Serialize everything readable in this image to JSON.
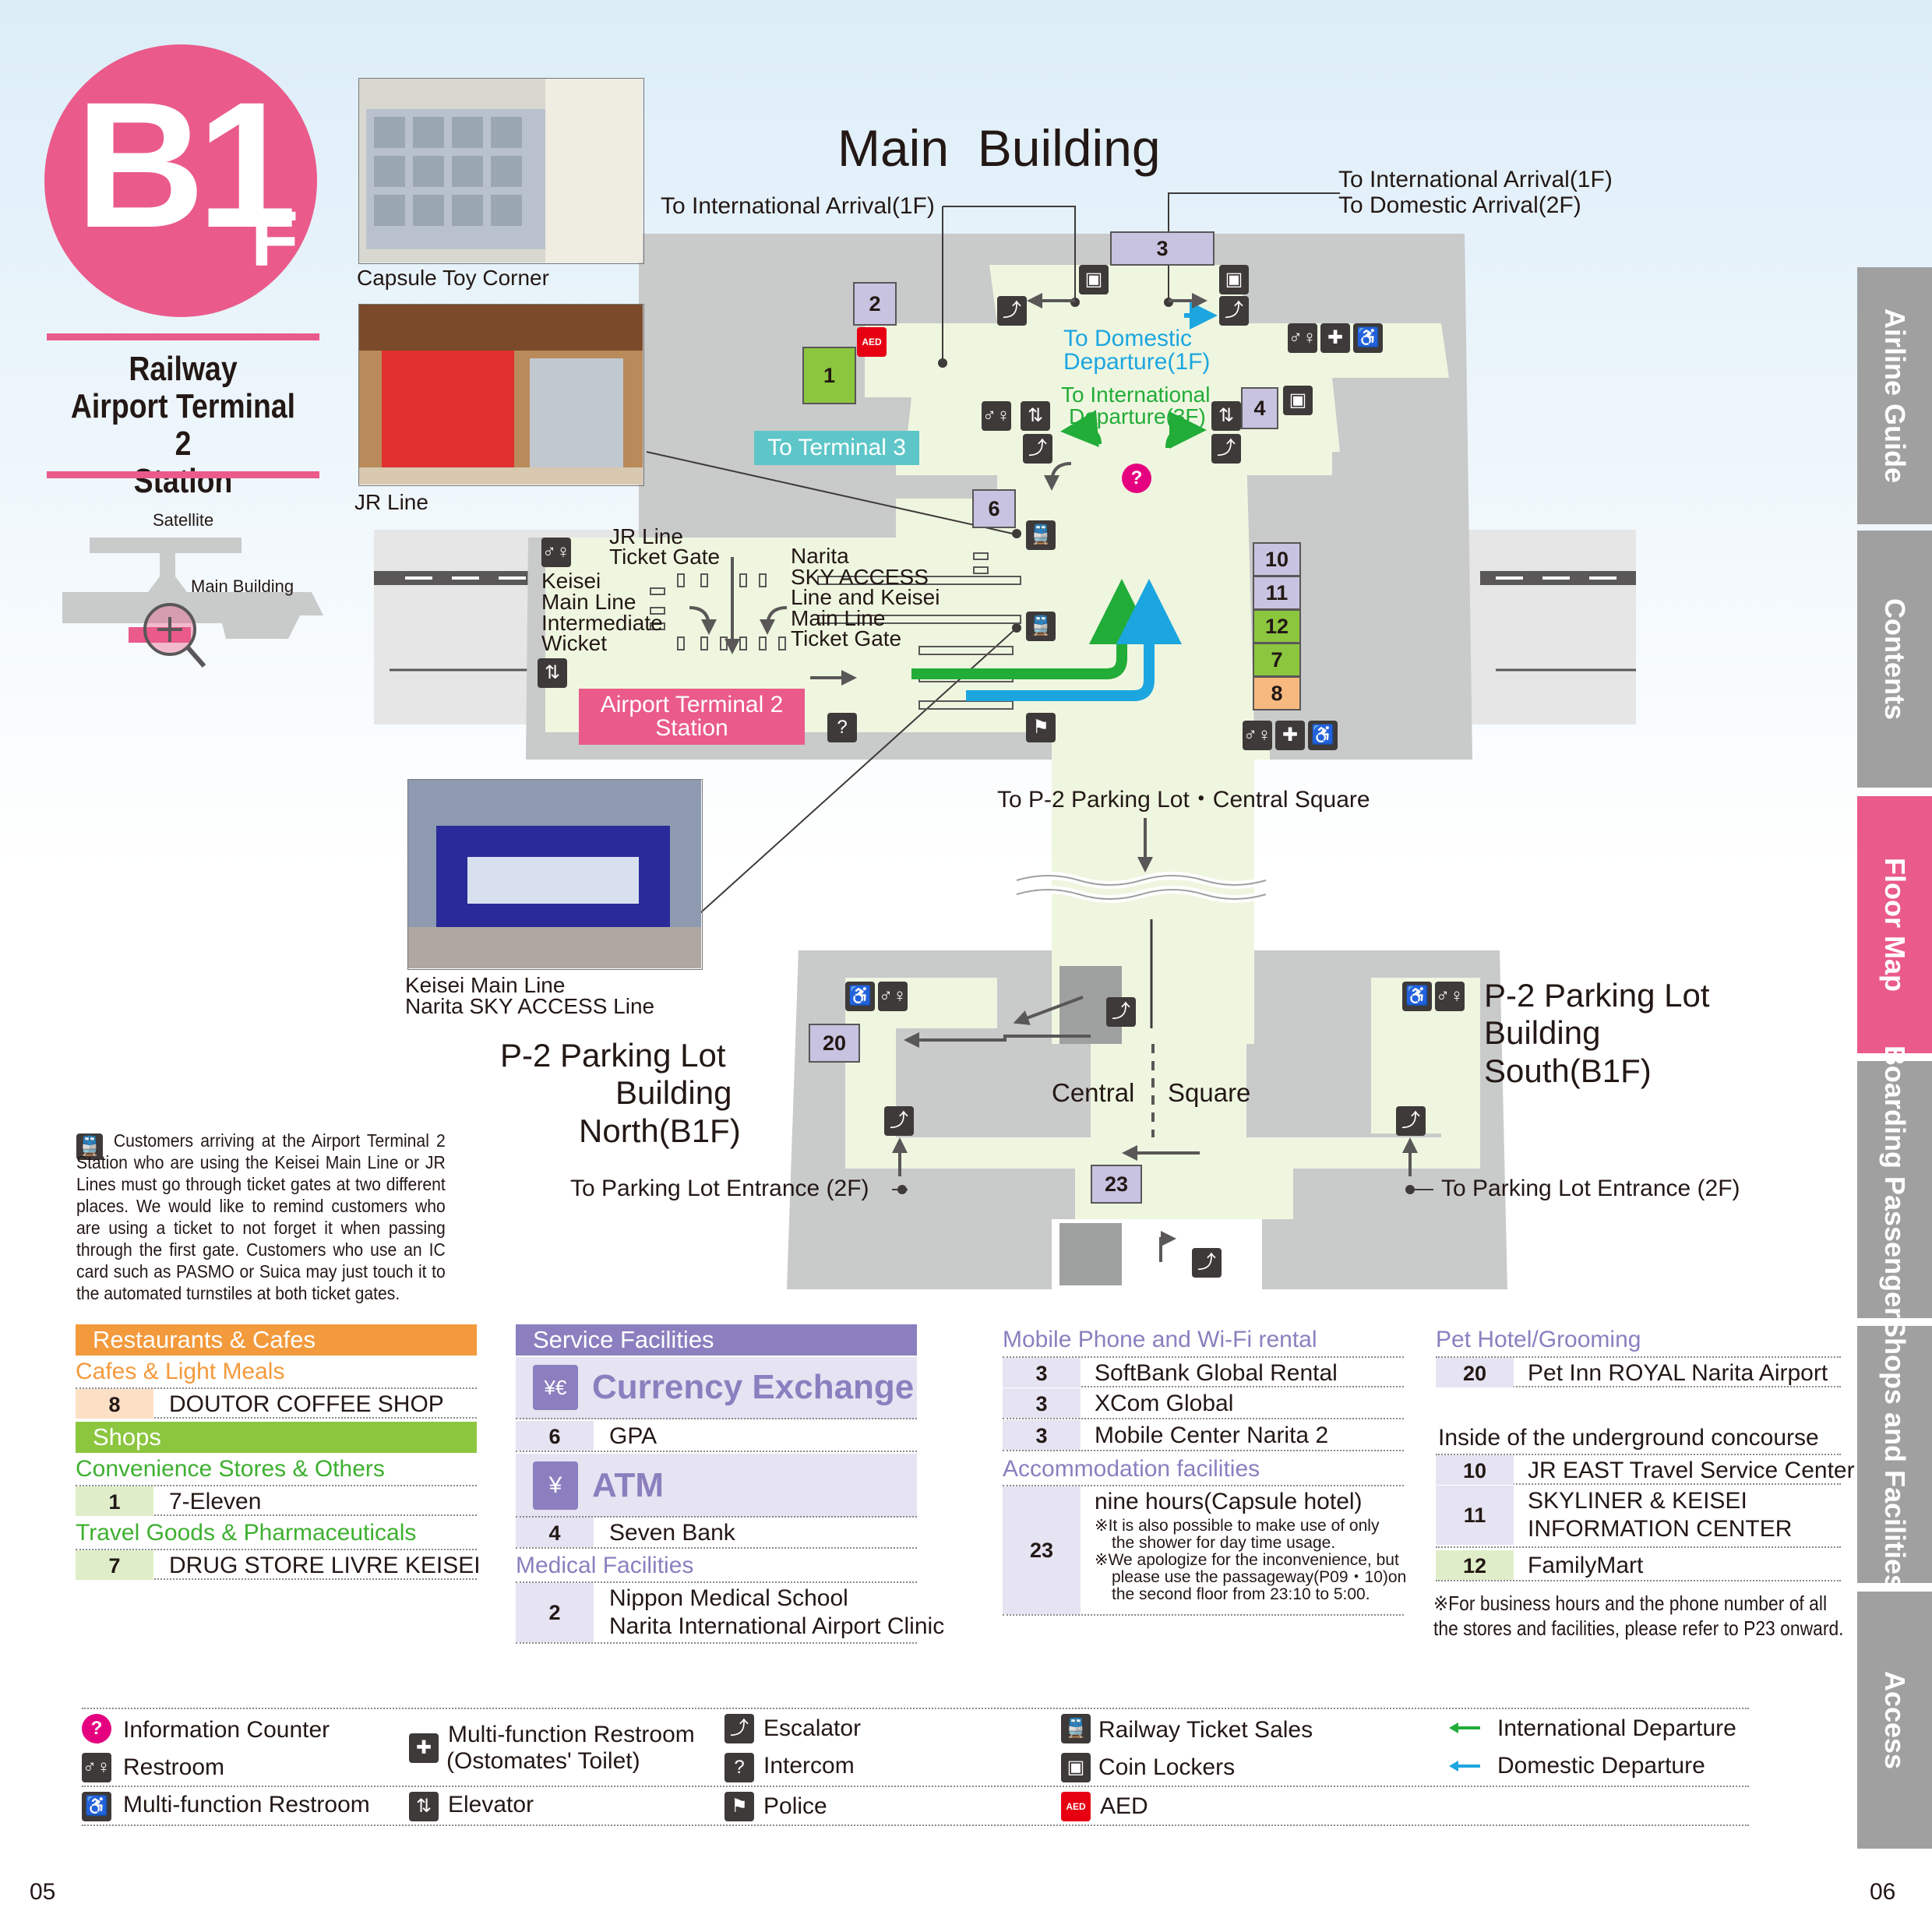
{
  "floor": {
    "badge_main": "B1",
    "badge_sub": "F"
  },
  "station_title": [
    "Railway",
    "Airport Terminal 2",
    "Station"
  ],
  "locator": {
    "satellite": "Satellite",
    "main_building": "Main Building"
  },
  "photos": {
    "capsule": "Capsule Toy Corner",
    "jr": "JR Line",
    "keisei": [
      "Keisei Main Line",
      "Narita SKY ACCESS Line"
    ]
  },
  "map": {
    "title": "Main  Building",
    "intl_arrival_left": "To International Arrival(1F)",
    "intl_arrival_right": "To International Arrival(1F)",
    "dom_arrival_right": "To Domestic Arrival(2F)",
    "to_domestic_departure": [
      "To Domestic",
      "Departure(1F)"
    ],
    "to_international_departure": [
      "To International",
      "Departure(3F)"
    ],
    "to_terminal3": "To Terminal 3",
    "jr_gate": [
      "JR Line",
      "Ticket Gate"
    ],
    "keisei_wicket": [
      "Keisei",
      "Main Line",
      "Intermediate",
      "Wicket"
    ],
    "narita_gate": [
      "Narita",
      "SKY ACCESS",
      "Line and Keisei",
      "Main Line",
      "Ticket Gate"
    ],
    "station_label": [
      "Airport Terminal 2",
      "Station"
    ],
    "to_p2": "To P-2 Parking Lot・Central Square",
    "p2_north": [
      "P-2 Parking Lot",
      "Building",
      "North(B1F)"
    ],
    "p2_south": [
      "P-2 Parking Lot",
      "Building",
      "South(B1F)"
    ],
    "central": "Central",
    "square": "Square",
    "to_parking_left": "To Parking Lot Entrance (2F)",
    "to_parking_right": "To Parking Lot Entrance (2F)",
    "numbers": [
      "1",
      "2",
      "3",
      "4",
      "6",
      "10",
      "11",
      "12",
      "7",
      "8",
      "20",
      "23"
    ]
  },
  "note": "Customers arriving at the Airport Terminal 2 Station who are using the Keisei Main Line or JR Lines must go through ticket gates at two different places. We would like to remind customers who are using a ticket to not forget it when passing through the first gate. Customers who use an IC card such as PASMO or Suica may just touch it to the automated turnstiles at both ticket gates.",
  "restaurants": {
    "header": "Restaurants & Cafes",
    "cafes": "Cafes & Light Meals",
    "cafe_items": [
      {
        "n": "8",
        "t": "DOUTOR COFFEE SHOP"
      }
    ],
    "shops_header": "Shops",
    "convenience": "Convenience Stores & Others",
    "convenience_items": [
      {
        "n": "1",
        "t": "7-Eleven"
      }
    ],
    "travel": "Travel Goods & Pharmaceuticals",
    "travel_items": [
      {
        "n": "7",
        "t": "DRUG STORE LIVRE KEISEI"
      }
    ]
  },
  "service": {
    "header": "Service Facilities",
    "currency": "Currency Exchange",
    "currency_items": [
      {
        "n": "6",
        "t": "GPA"
      }
    ],
    "atm": "ATM",
    "atm_items": [
      {
        "n": "4",
        "t": "Seven Bank"
      }
    ],
    "medical": "Medical Facilities",
    "medical_items": [
      {
        "n": "2",
        "t1": "Nippon Medical School",
        "t2": "Narita International Airport Clinic"
      }
    ]
  },
  "mobile": {
    "header": "Mobile Phone and Wi-Fi rental",
    "items": [
      {
        "n": "3",
        "t": "SoftBank Global Rental"
      },
      {
        "n": "3",
        "t": "XCom Global"
      },
      {
        "n": "3",
        "t": "Mobile Center Narita 2"
      }
    ],
    "accommodation": "Accommodation facilities",
    "acc_item": {
      "n": "23",
      "t": "nine hours(Capsule hotel)",
      "notes": [
        "※It is also possible to make use of only",
        "the shower for day time usage.",
        "※We apologize for the inconvenience, but",
        "please use the passageway(P09・10)on",
        "the second floor from 23:10 to 5:00."
      ]
    }
  },
  "pet": {
    "header": "Pet Hotel/Grooming",
    "items": [
      {
        "n": "20",
        "t": "Pet Inn ROYAL Narita Airport"
      }
    ],
    "underground": "Inside of the underground concourse",
    "under_items": [
      {
        "n": "10",
        "t": "JR EAST Travel Service Center"
      },
      {
        "n": "11",
        "t1": "SKYLINER & KEISEI",
        "t2": "INFORMATION CENTER"
      },
      {
        "n": "12",
        "t": "FamilyMart"
      }
    ],
    "footnote": [
      "※For business hours and the phone number of all",
      "the stores and facilities, please refer to P23 onward."
    ]
  },
  "legend": [
    {
      "icon": "information-counter-icon",
      "label": "Information Counter"
    },
    {
      "icon": "restroom-icon",
      "label": "Restroom"
    },
    {
      "icon": "multi-function-restroom-icon",
      "label": "Multi-function Restroom"
    },
    {
      "icon": "ostomate-restroom-icon",
      "label": "Multi-function Restroom",
      "label2": "(Ostomates' Toilet)"
    },
    {
      "icon": "elevator-icon",
      "label": "Elevator"
    },
    {
      "icon": "escalator-icon",
      "label": "Escalator"
    },
    {
      "icon": "intercom-icon",
      "label": "Intercom"
    },
    {
      "icon": "police-icon",
      "label": "Police"
    },
    {
      "icon": "railway-ticket-icon",
      "label": "Railway Ticket Sales"
    },
    {
      "icon": "coin-locker-icon",
      "label": "Coin Lockers"
    },
    {
      "icon": "aed-icon",
      "label": "AED"
    },
    {
      "icon": "international-departure-arrow",
      "label": "International Departure"
    },
    {
      "icon": "domestic-departure-arrow",
      "label": "Domestic Departure"
    }
  ],
  "sidebar": [
    "Airline Guide",
    "Contents",
    "Floor Map",
    "Boarding Passengers",
    "Shops and Facilities",
    "Access"
  ],
  "pages": {
    "left": "05",
    "right": "06"
  },
  "colors": {
    "pink": "#ea5a8a",
    "orange": "#f39a3c",
    "green": "#8cc63f",
    "purple": "#8b7fbf",
    "intl": "#22ac38",
    "dom": "#1ca6e0"
  }
}
